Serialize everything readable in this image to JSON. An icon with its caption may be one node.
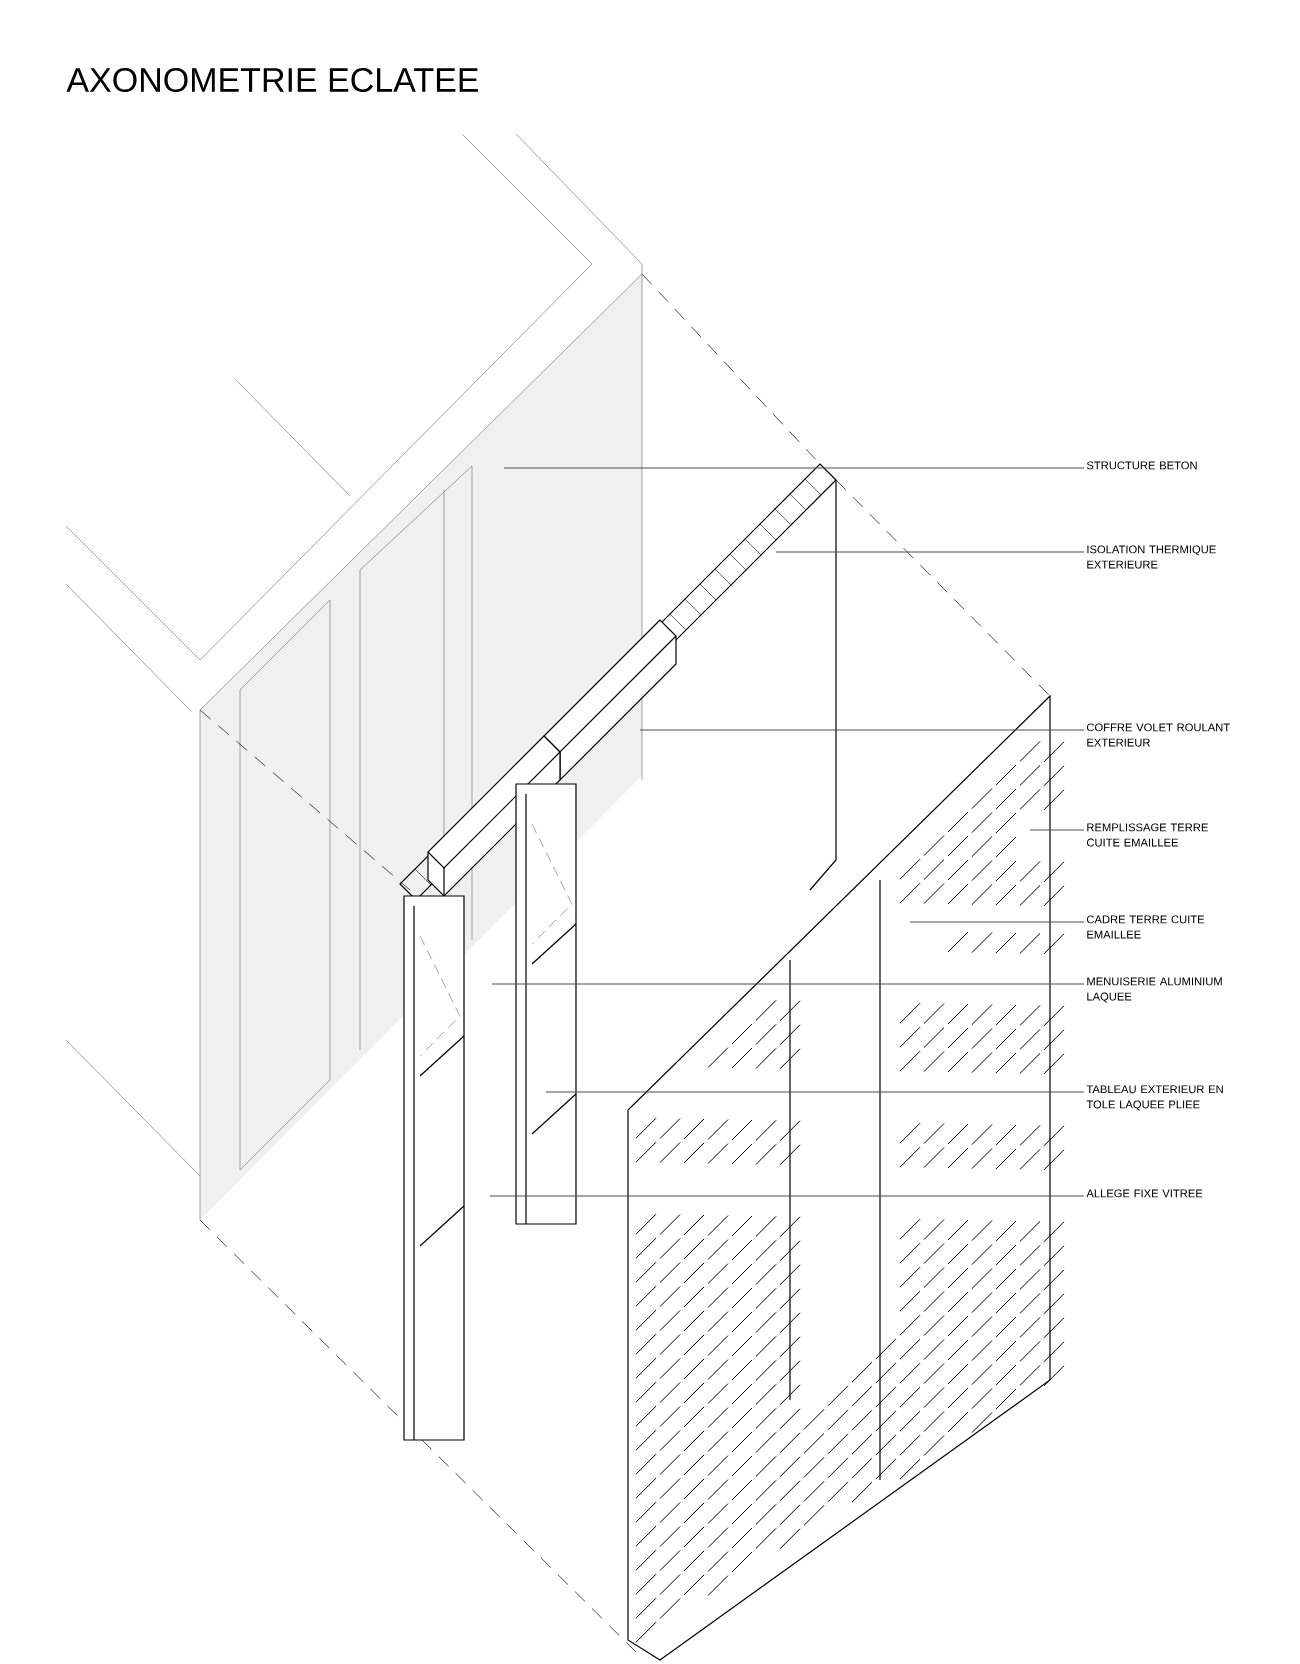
{
  "diagram": {
    "title": "AXONOMETRIE ECLATEE",
    "nodes": [
      {
        "text": [
          "STRUCTURE BETON"
        ]
      },
      {
        "text": [
          "ISOLATION THERMIQUE EXTERIEURE"
        ]
      },
      {
        "text": [
          "COFFRE VOLET ROULANT EXTERIEUR"
        ]
      },
      {
        "text": [
          "REMPLISSAGE TERRE CUITE EMAILLEE"
        ]
      },
      {
        "text": [
          "CADRE TERRE CUITE EMAILLEE"
        ]
      },
      {
        "text": [
          "MENUISERIE ALUMINIUM LAQUEE"
        ]
      },
      {
        "text": [
          "TABLEAU EXTERIEUR EN TOLE LAQUEE PLIEE"
        ]
      },
      {
        "text": [
          "ALLEGE FIXE VITREE"
        ]
      }
    ],
    "edges": [
      {
        "from": 0,
        "to": null,
        "arrow": "none"
      },
      {
        "from": 1,
        "to": null,
        "arrow": "none"
      },
      {
        "from": 2,
        "to": null,
        "arrow": "none"
      },
      {
        "from": 3,
        "to": null,
        "arrow": "none"
      },
      {
        "from": 4,
        "to": null,
        "arrow": "none"
      },
      {
        "from": 5,
        "to": null,
        "arrow": "none"
      },
      {
        "from": 6,
        "to": null,
        "arrow": "none"
      },
      {
        "from": 7,
        "to": null,
        "arrow": "none"
      }
    ]
  }
}
